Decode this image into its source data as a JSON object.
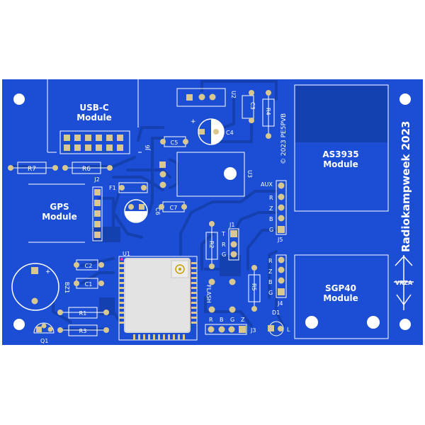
{
  "modules": {
    "usbc_line1": "USB-C",
    "usbc_line2": "Module",
    "gps_line1": "GPS",
    "gps_line2": "Module",
    "as3935_line1": "AS3935",
    "as3935_line2": "Module",
    "sgp40_line1": "SGP40",
    "sgp40_line2": "Module"
  },
  "title": "Radiokampweek 2023",
  "copyright": "© 2023 PE5PVB",
  "logo": "VRZA",
  "refs": {
    "r1": "R1",
    "r2": "R2",
    "r3": "R3",
    "r4": "R4",
    "r5": "R5",
    "r6": "R6",
    "r7": "R7",
    "c1": "C1",
    "c2": "C2",
    "c3": "C3",
    "c4": "C4",
    "c5": "C5",
    "c6": "C6",
    "c7": "C7",
    "u1": "U1",
    "u2": "U2",
    "u3": "U3",
    "j1": "J1",
    "j2": "J2",
    "j3": "J3",
    "j4": "J4",
    "j5": "J5",
    "j6": "J6",
    "f1": "F1",
    "d1": "D1",
    "q1": "Q1",
    "bz1": "BZ1",
    "aux": "AUX",
    "flash": "FLASH",
    "plus": "+",
    "led_l": "L"
  },
  "pins": {
    "j5": [
      "R",
      "Z",
      "B",
      "G"
    ],
    "j4": [
      "R",
      "Z",
      "B",
      "G"
    ],
    "j1": [
      "T",
      "R",
      "G"
    ],
    "j3": [
      "R",
      "B",
      "G",
      "Z"
    ]
  },
  "colors": {
    "pcb": "#1b4ed4",
    "copper": "#1540b0",
    "pad": "#d8c890",
    "silk": "#ffffff"
  }
}
